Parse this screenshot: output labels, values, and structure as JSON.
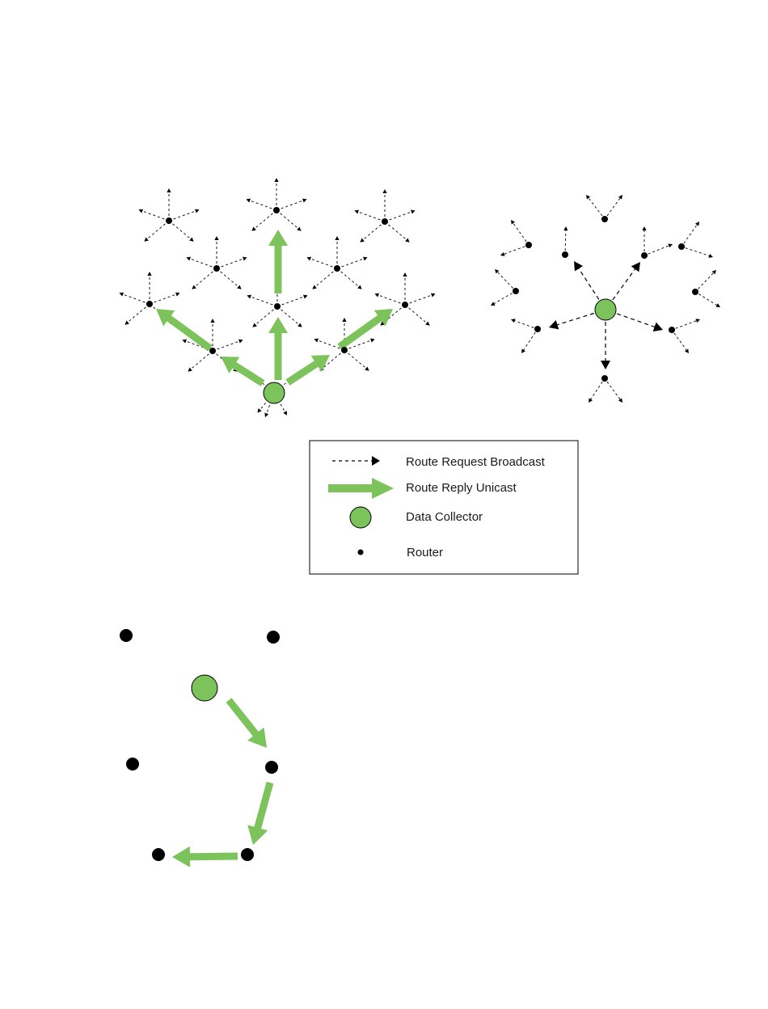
{
  "colors": {
    "collector": "#7dc35b",
    "reply_arrow": "#7dc35b",
    "router": "#000000",
    "broadcast": "#000000",
    "outline": "#000000"
  },
  "legend": {
    "broadcast_label": "Route Request Broadcast",
    "unicast_label": "Route Reply Unicast",
    "collector_label": "Data Collector",
    "router_label": "Router"
  }
}
